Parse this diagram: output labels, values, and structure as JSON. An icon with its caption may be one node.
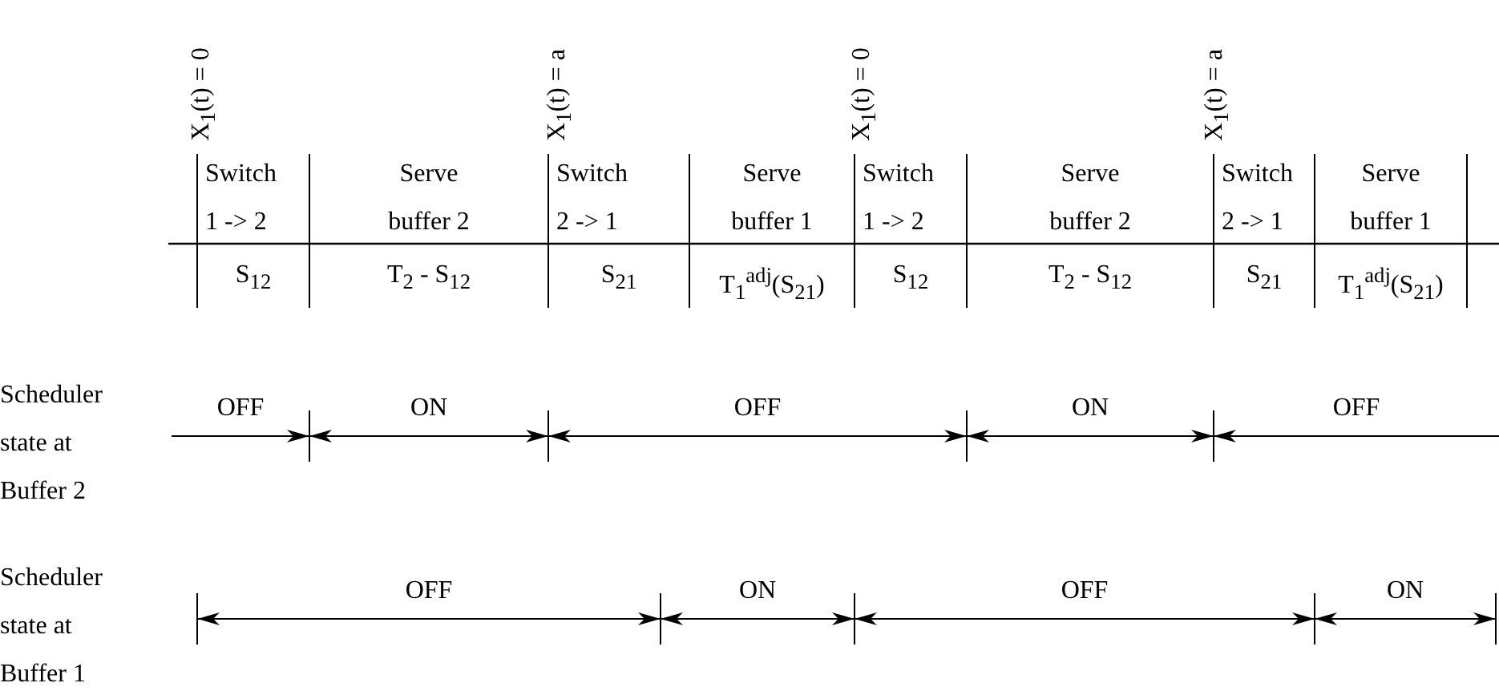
{
  "diagram": {
    "labels": [
      "X$_{1}$(t) = 0",
      "X$_{1}$(t) = a",
      "X$_{1}$(t) = 0",
      "X$_{1}$(t) = a",
      "Switch 1 -> 2",
      "Serve buffer 2",
      "Switch 2 -> 1",
      "Serve buffer 1",
      "Switch 1 -> 2",
      "Serve buffer 2",
      "Switch 2 -> 1",
      "Serve buffer 1",
      "S$_{12}$",
      "T$_{2}$ - S$_{12}$",
      "S$_{21}$",
      "T$_{1}$$^{adj}$(S$_{21}$)",
      "S$_{12}$",
      "T$_{2}$ - S$_{12}$",
      "S$_{21}$",
      "T$_{1}$$^{adj}$(S$_{21}$)",
      "Scheduler state at Buffer 2",
      "OFF",
      "ON",
      "OFF",
      "ON",
      "OFF",
      "Scheduler state at Buffer 1",
      "OFF",
      "ON",
      "OFF",
      "ON"
    ]
  }
}
